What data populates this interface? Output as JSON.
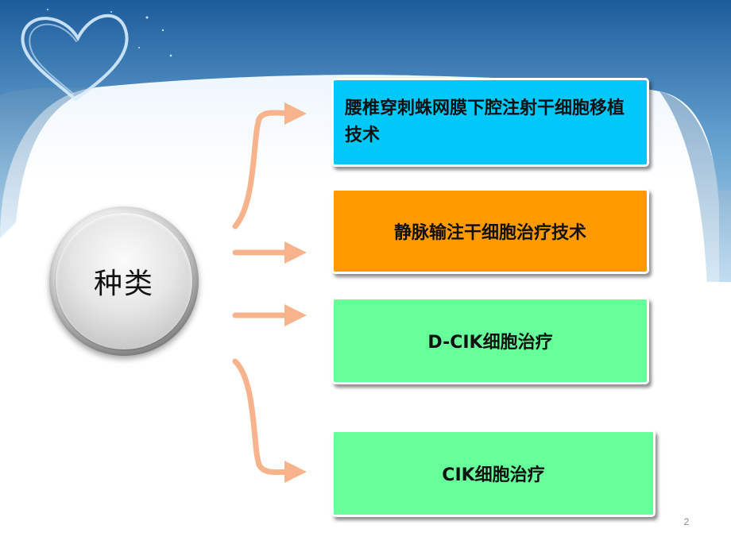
{
  "hub": {
    "label": "种类"
  },
  "items": [
    {
      "label": "腰椎穿刺蛛网膜下腔注射干细胞移植技术",
      "color": "#00c8f8"
    },
    {
      "label": "静脉输注干细胞治疗技术",
      "color": "#ff9a00"
    },
    {
      "label": "D-CIK细胞治疗",
      "color": "#66ff99"
    },
    {
      "label": "CIK细胞治疗",
      "color": "#66ff99"
    }
  ],
  "page_number": "2",
  "colors": {
    "sky_top": "#1e5e9c",
    "arrow": "#f7b48c"
  }
}
